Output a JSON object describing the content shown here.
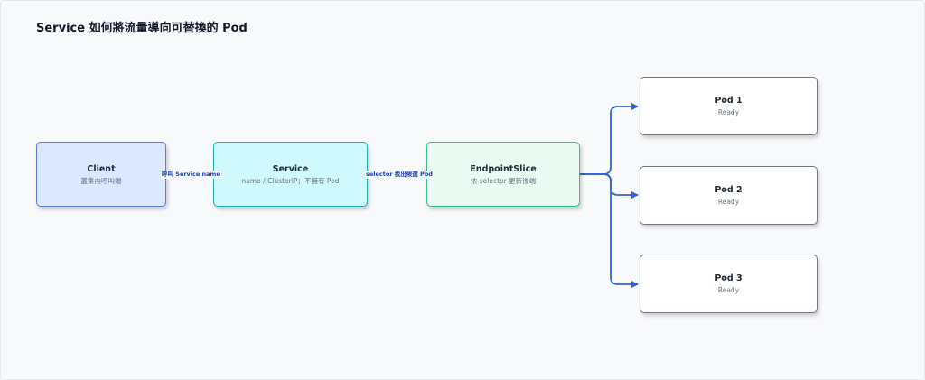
{
  "title": "Service 如何將流量導向可替換的 Pod",
  "nodes": {
    "client": {
      "name": "Client",
      "sub": "叢集內呼叫端"
    },
    "service": {
      "name": "Service",
      "sub": "name / ClusterIP；不擁有 Pod"
    },
    "endpointslice": {
      "name": "EndpointSlice",
      "sub": "依 selector 更新後端"
    },
    "pods": [
      {
        "name": "Pod 1",
        "status": "Ready"
      },
      {
        "name": "Pod 2",
        "status": "Ready"
      },
      {
        "name": "Pod 3",
        "status": "Ready"
      }
    ]
  },
  "edges": {
    "client_to_service": "呼叫 Service name",
    "service_to_endpointslice": "selector 找出候選 Pod"
  },
  "colors": {
    "edge": "#3064d6",
    "client_fill": "#dbe8ff",
    "service_fill": "#cff9fc",
    "endpointslice_fill": "#e9fbf3",
    "pod_fill": "#ffffff"
  }
}
